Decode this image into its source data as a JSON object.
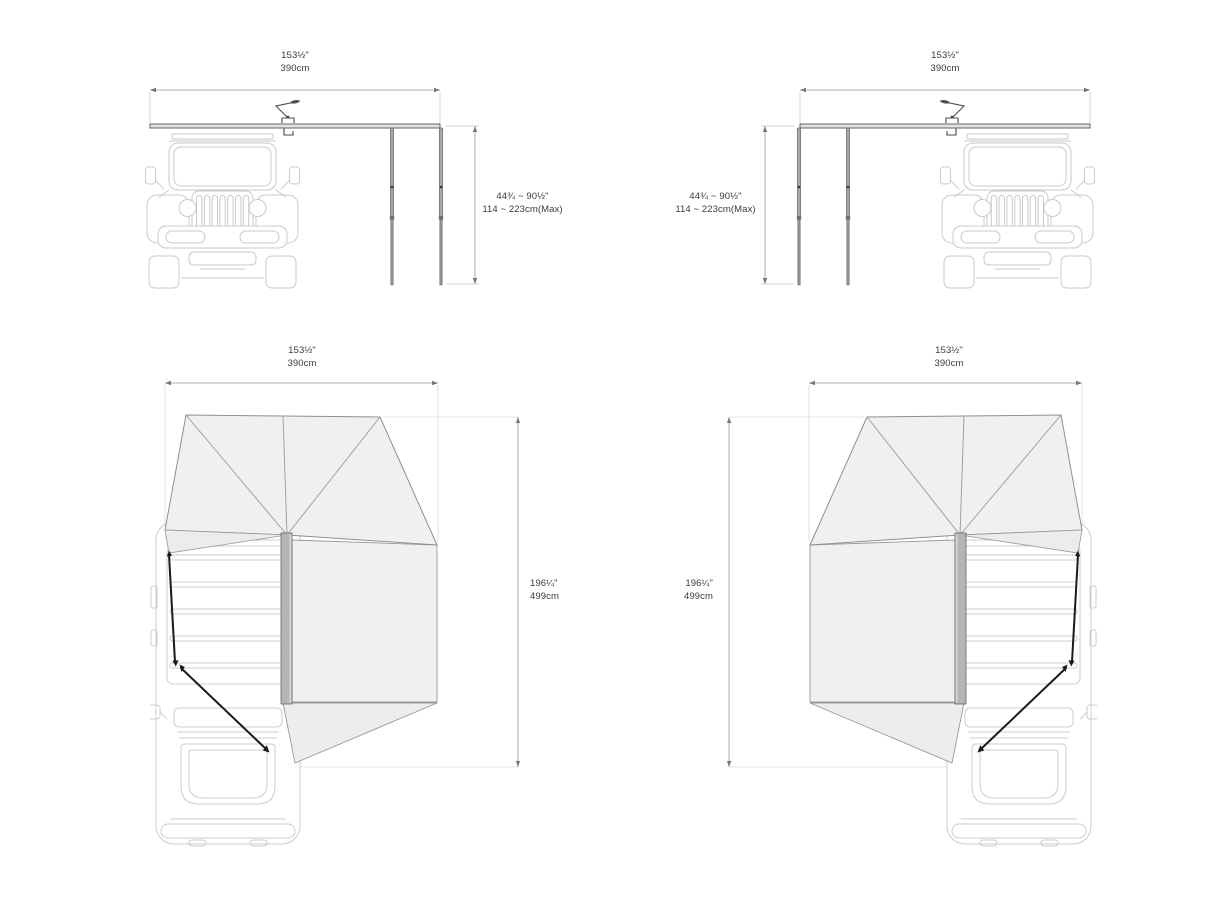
{
  "diagrams": {
    "front_left": {
      "width_label": {
        "in": "153½\"",
        "cm": "390cm"
      },
      "height_label": {
        "in": "44¾ ~ 90½\"",
        "cm": "114 ~ 223cm(Max)"
      }
    },
    "front_right": {
      "width_label": {
        "in": "153½\"",
        "cm": "390cm"
      },
      "height_label": {
        "in": "44¾ ~ 90½\"",
        "cm": "114 ~ 223cm(Max)"
      }
    },
    "top_left": {
      "width_label": {
        "in": "153½\"",
        "cm": "390cm"
      },
      "length_label": {
        "in": "196¼\"",
        "cm": "499cm"
      }
    },
    "top_right": {
      "width_label": {
        "in": "153½\"",
        "cm": "390cm"
      },
      "length_label": {
        "in": "196¼\"",
        "cm": "499cm"
      }
    }
  },
  "colors": {
    "background": "#ffffff",
    "vehicle_ghost": "#c9c9c9",
    "awning_fabric": "#f0f0f0",
    "awning_housing": "#b5b5b5",
    "frame_dark": "#555555",
    "dimension_line": "#999999",
    "label_text": "#3b3b3b",
    "strap_black": "#1a1a1a"
  }
}
